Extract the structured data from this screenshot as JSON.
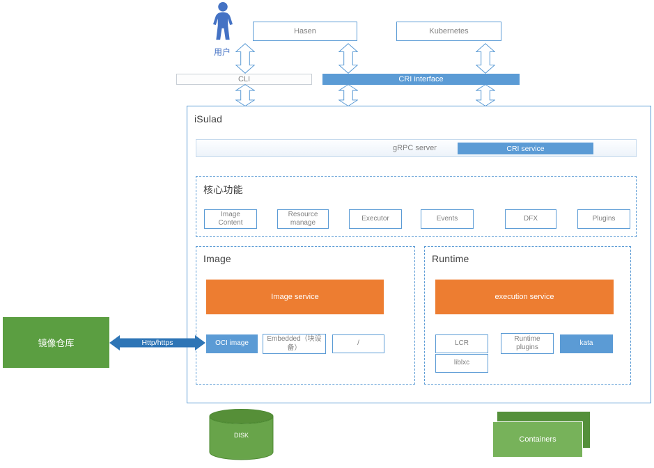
{
  "user": {
    "label": "用户"
  },
  "clients": {
    "hasen": "Hasen",
    "kubernetes": "Kubernetes"
  },
  "interfaces": {
    "cli": "CLI",
    "cri": "CRI interface"
  },
  "isulad": {
    "title": "iSulad",
    "grpc_server_label": "gRPC server",
    "cri_service_label": "CRI service",
    "core": {
      "title": "核心功能",
      "items": [
        "Image Content",
        "Resource manage",
        "Executor",
        "Events",
        "DFX",
        "Plugins"
      ]
    },
    "image": {
      "title": "Image",
      "service_label": "Image service",
      "oci_image": "OCI image",
      "embedded": "Embedded（块设备）",
      "slash": "/"
    },
    "runtime": {
      "title": "Runtime",
      "service_label": "execution service",
      "lcr": "LCR",
      "runtime_plugins": "Runtime plugins",
      "kata": "kata",
      "liblxc": "liblxc"
    }
  },
  "registry": {
    "label": "镜像仓库"
  },
  "http_link": {
    "label": "Http/https"
  },
  "storage": {
    "disk_label": "DISK",
    "containers_label": "Containers"
  },
  "colors": {
    "accent_blue": "#5B9BD5",
    "link_blue": "#2E75B6",
    "orange": "#ED7D31",
    "green": "#5B9E41",
    "person_blue": "#4472C4"
  }
}
